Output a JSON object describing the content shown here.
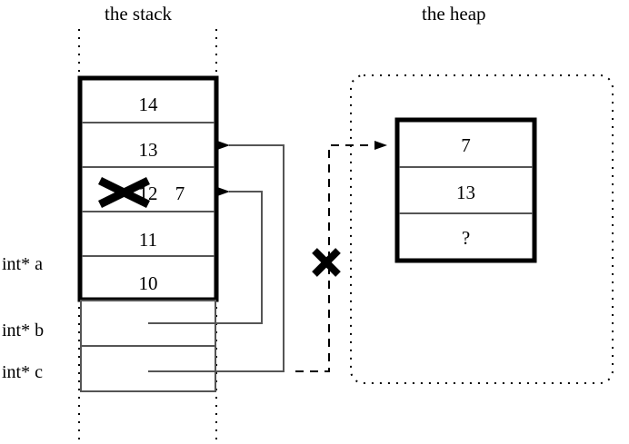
{
  "diagram": {
    "title_stack": "the stack",
    "title_heap": "the heap",
    "regions": [
      {
        "name": "stack",
        "label": "the stack",
        "border": "dotted-vertical-rails"
      },
      {
        "name": "heap",
        "label": "the heap",
        "border": "dotted-rounded-rectangle"
      }
    ]
  },
  "stack": {
    "variables": [
      {
        "name": "a",
        "label": "int* a"
      },
      {
        "name": "b",
        "label": "int* b"
      },
      {
        "name": "c",
        "label": "int* c"
      }
    ],
    "array_cells": [
      {
        "index": 0,
        "value": "14",
        "struck": false
      },
      {
        "index": 1,
        "value": "13",
        "struck": false
      },
      {
        "index": 2,
        "value": "12",
        "struck": true,
        "replacement": "7"
      },
      {
        "index": 3,
        "value": "11",
        "struck": false
      },
      {
        "index": 4,
        "value": "10",
        "struck": false
      }
    ]
  },
  "heap": {
    "cells": [
      {
        "index": 0,
        "value": "7"
      },
      {
        "index": 1,
        "value": "13"
      },
      {
        "index": 2,
        "value": "?"
      }
    ]
  },
  "markers": {
    "strikeout_cell_value": "X",
    "invalidated_pointer": "X"
  },
  "colors": {
    "ink": "#000000",
    "background": "#ffffff",
    "thin_line": "#555555"
  }
}
